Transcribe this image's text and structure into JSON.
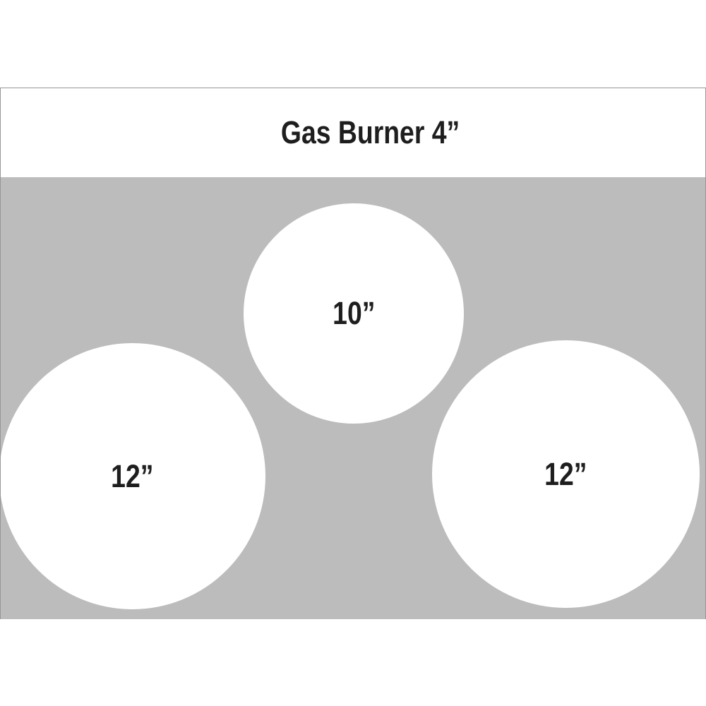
{
  "diagram": {
    "title": "Gas Burner 4”",
    "burners": [
      {
        "position": "center",
        "label": "10”"
      },
      {
        "position": "left",
        "label": "12”"
      },
      {
        "position": "right",
        "label": "12”"
      }
    ],
    "colors": {
      "surface": "#bcbcbc",
      "border": "#969696",
      "circle": "#ffffff",
      "text": "#1e1e1e",
      "background": "#ffffff"
    }
  }
}
